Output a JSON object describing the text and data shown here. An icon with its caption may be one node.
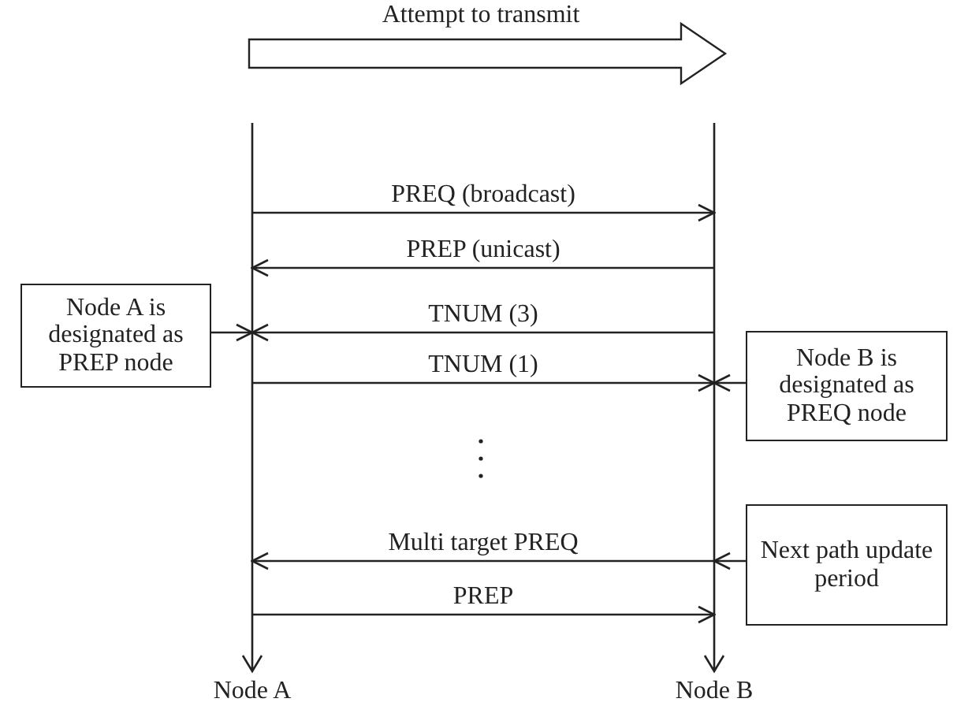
{
  "diagram": {
    "nodes": [
      {
        "text": [
          "Node A"
        ]
      },
      {
        "text": [
          "Node B"
        ]
      },
      {
        "text": [
          "Node A is designated as PREP node"
        ]
      },
      {
        "text": [
          "Node B is designated as PREQ node"
        ]
      },
      {
        "text": [
          "Next path update period"
        ]
      }
    ],
    "edges": [
      {
        "from": 0,
        "to": 1,
        "arrow": "to",
        "label": "PREQ (broadcast)"
      },
      {
        "from": 1,
        "to": 0,
        "arrow": "to",
        "label": "PREP (unicast)"
      },
      {
        "from": 2,
        "to": 0,
        "arrow": "to"
      },
      {
        "from": 1,
        "to": 0,
        "arrow": "to",
        "label": "TNUM (3)"
      },
      {
        "from": 0,
        "to": 1,
        "arrow": "to",
        "label": "TNUM (1)"
      },
      {
        "from": 3,
        "to": 1,
        "arrow": "to"
      },
      {
        "from": 4,
        "to": 1,
        "arrow": "to"
      },
      {
        "from": 1,
        "to": 0,
        "arrow": "to",
        "label": "Multi target PREQ"
      },
      {
        "from": 0,
        "to": 1,
        "arrow": "to",
        "label": "PREP"
      }
    ],
    "labels": [
      "Attempt to transmit"
    ]
  }
}
